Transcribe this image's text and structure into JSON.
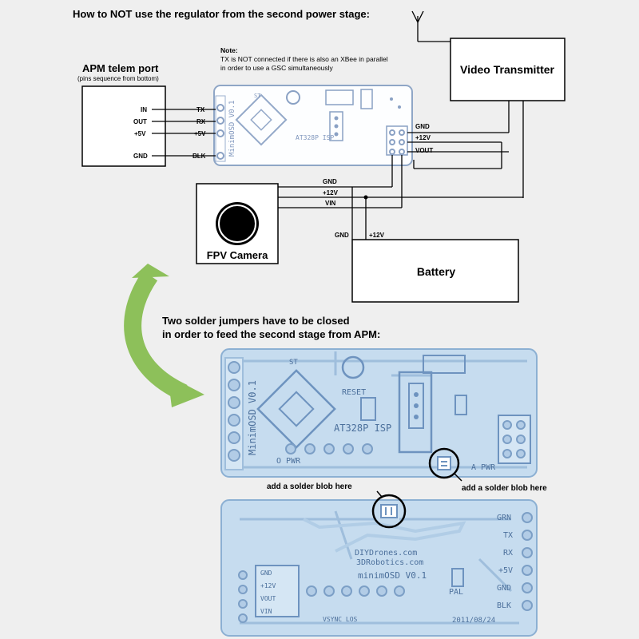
{
  "title": "How to NOT use the regulator from the second power stage:",
  "apm": {
    "title": "APM telem port",
    "subtitle": "(pins sequence from bottom)",
    "pins": [
      "IN",
      "OUT",
      "+5V",
      "GND"
    ]
  },
  "note": {
    "heading": "Note:",
    "line1": "TX is NOT connected if there is also an XBee in parallel",
    "line2": "in order to use a GSC simultaneously"
  },
  "osd_pins_left": [
    "TX",
    "RX",
    "+5V",
    "BLK"
  ],
  "osd_pins_right": [
    "GND",
    "+12V",
    "VOUT"
  ],
  "osd_board": {
    "name": "MinimOSD V0.1",
    "chip": "AT328P ISP",
    "st": "ST"
  },
  "video_transmitter": "Video Transmitter",
  "camera": {
    "label": "FPV Camera",
    "wires": [
      "GND",
      "+12V",
      "VIN"
    ]
  },
  "battery": {
    "label": "Battery",
    "wires": [
      "GND",
      "+12V"
    ]
  },
  "jumper_text": {
    "line1": "Two solder jumpers have to be closed",
    "line2": "in order to feed the second stage from APM:"
  },
  "blob_label": "add a solder blob here",
  "board_top": {
    "name": "MinimOSD V0.1",
    "chip": "AT328P ISP",
    "reset": "RESET",
    "st": "ST",
    "pwr_left": "O PWR",
    "pwr_right": "A PWR"
  },
  "board_bottom": {
    "pins": [
      "GRN",
      "TX",
      "RX",
      "+5V",
      "GND",
      "BLK"
    ],
    "url1": "DIYDrones.com",
    "url2": "3DRobotics.com",
    "name": "minimOSD V0.1",
    "pal": "PAL",
    "vsync": "VSYNC LOS",
    "left_pins": [
      "GND",
      "+12V",
      "VOUT",
      "VIN"
    ],
    "date": "2011/08/24"
  },
  "colors": {
    "arrow": "#8dc05a",
    "board_blue": "#c6dcef",
    "trace": "#9fbedc"
  }
}
